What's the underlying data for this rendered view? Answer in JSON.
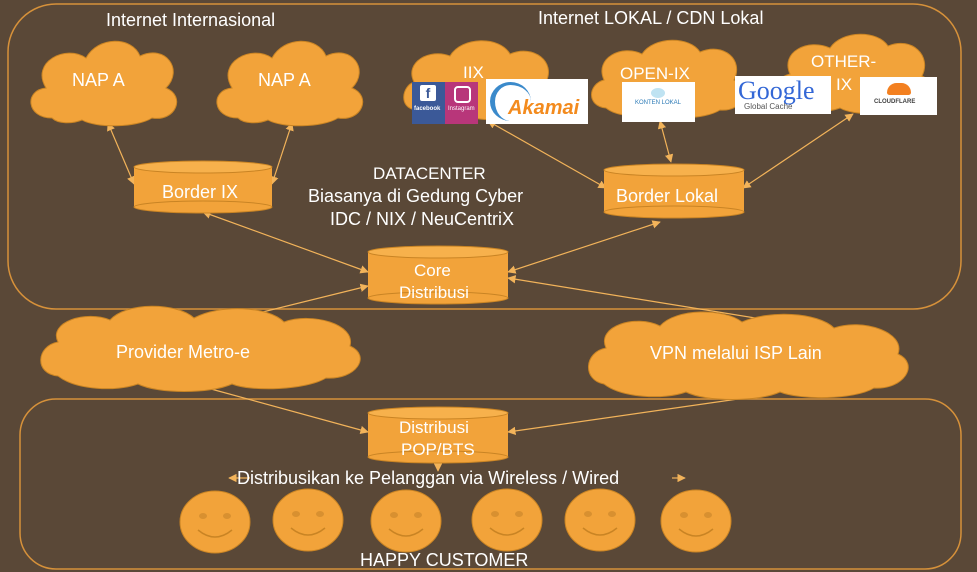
{
  "colors": {
    "background": "#5a4837",
    "shape_fill": "#f2a33a",
    "shape_stroke": "#c98424",
    "line": "#f2b35a",
    "text": "#ffffff"
  },
  "regions": {
    "internet_internasional": "Internet Internasional",
    "internet_lokal": "Internet LOKAL / CDN Lokal"
  },
  "clouds": {
    "nap_a_1": "NAP A",
    "nap_a_2": "NAP A",
    "iix": "IIX",
    "open_ix": "OPEN-IX",
    "other_ix_line1": "OTHER-",
    "other_ix_line2": "IX",
    "provider_metro": "Provider Metro-e",
    "vpn_isp": "VPN melalui ISP Lain"
  },
  "cylinders": {
    "border_ix": "Border IX",
    "border_lokal": "Border Lokal",
    "core_line1": "Core",
    "core_line2": "Distribusi",
    "pop_line1": "Distribusi",
    "pop_line2": "POP/BTS"
  },
  "datacenter": {
    "line1": "DATACENTER",
    "line2": "Biasanya di Gedung Cyber",
    "line3": "IDC / NIX / NeuCentriX"
  },
  "distribution_text": "Distribusikan ke Pelanggan via Wireless / Wired",
  "customers_label": "HAPPY CUSTOMER",
  "logos": {
    "facebook": "facebook",
    "instagram": "Instagram",
    "akamai": "Akamai",
    "konten_lokal": "KONTEN LOKAL",
    "google": "Google",
    "google_sub": "Global Cache",
    "cloudflare": "CLOUDFLARE"
  },
  "icons": {
    "customer": "smiley-face-icon"
  }
}
